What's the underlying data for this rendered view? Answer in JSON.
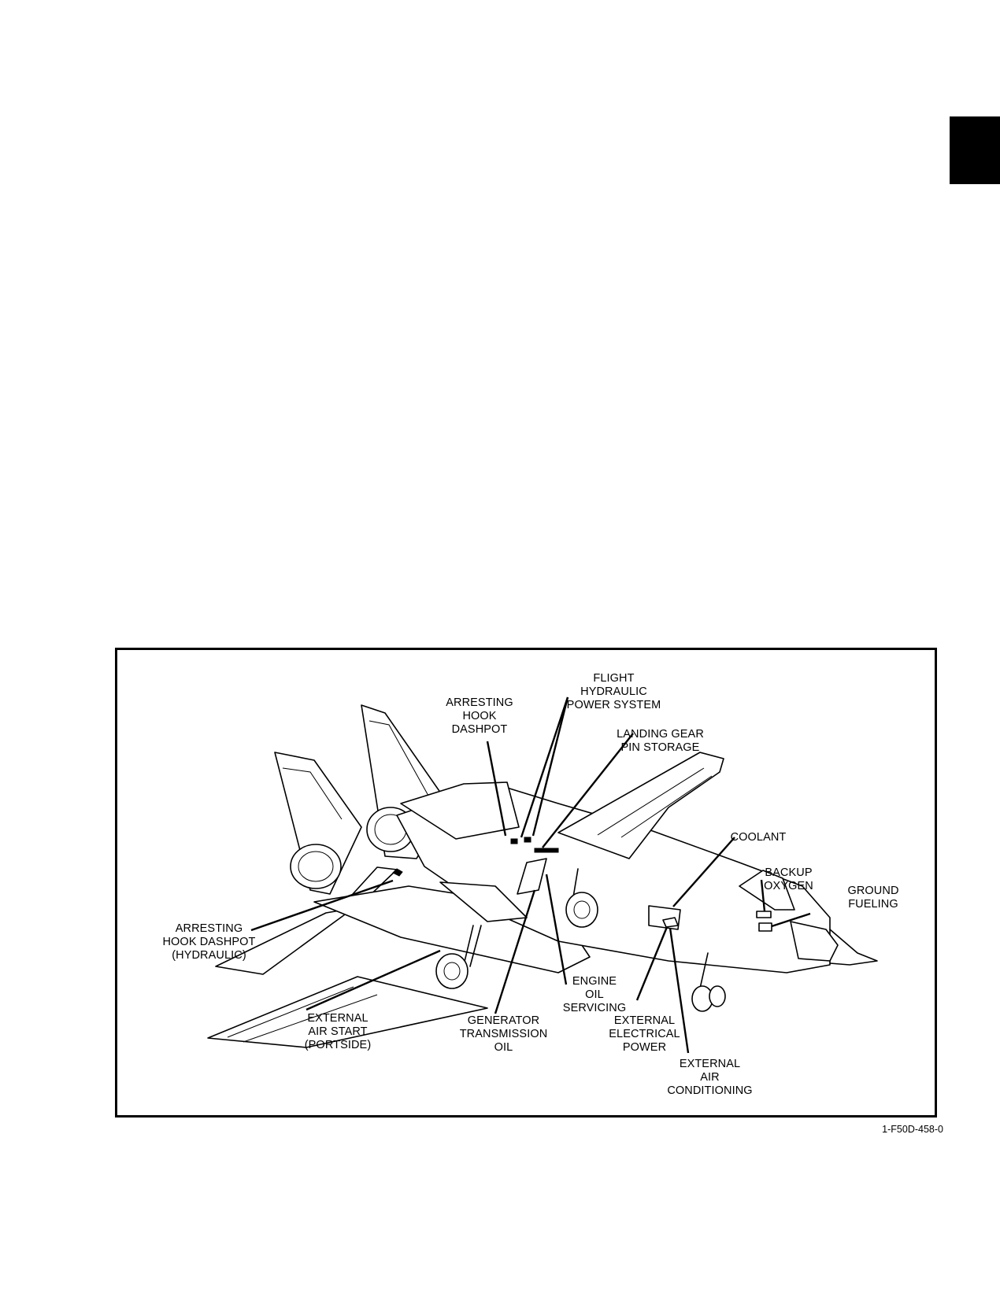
{
  "labels": {
    "flight_hydraulic": "FLIGHT\nHYDRAULIC\nPOWER SYSTEM",
    "arresting_hook_dashpot": "ARRESTING\nHOOK\nDASHPOT",
    "landing_gear_pin_storage": "LANDING GEAR\nPIN STORAGE",
    "coolant": "COOLANT",
    "backup_oxygen": "BACKUP\nOXYGEN",
    "ground_fueling": "GROUND\nFUELING",
    "arresting_hook_dashpot_hydraulic": "ARRESTING\nHOOK DASHPOT\n(HYDRAULIC)",
    "external_air_start": "EXTERNAL\nAIR START\n(PORTSIDE)",
    "generator_transmission_oil": "GENERATOR\nTRANSMISSION\nOIL",
    "engine_oil_servicing": "ENGINE\nOIL\nSERVICING",
    "external_electrical_power": "EXTERNAL\nELECTRICAL\nPOWER",
    "external_air_conditioning": "EXTERNAL\nAIR\nCONDITIONING"
  },
  "figure_id": "1-F50D-458-0"
}
